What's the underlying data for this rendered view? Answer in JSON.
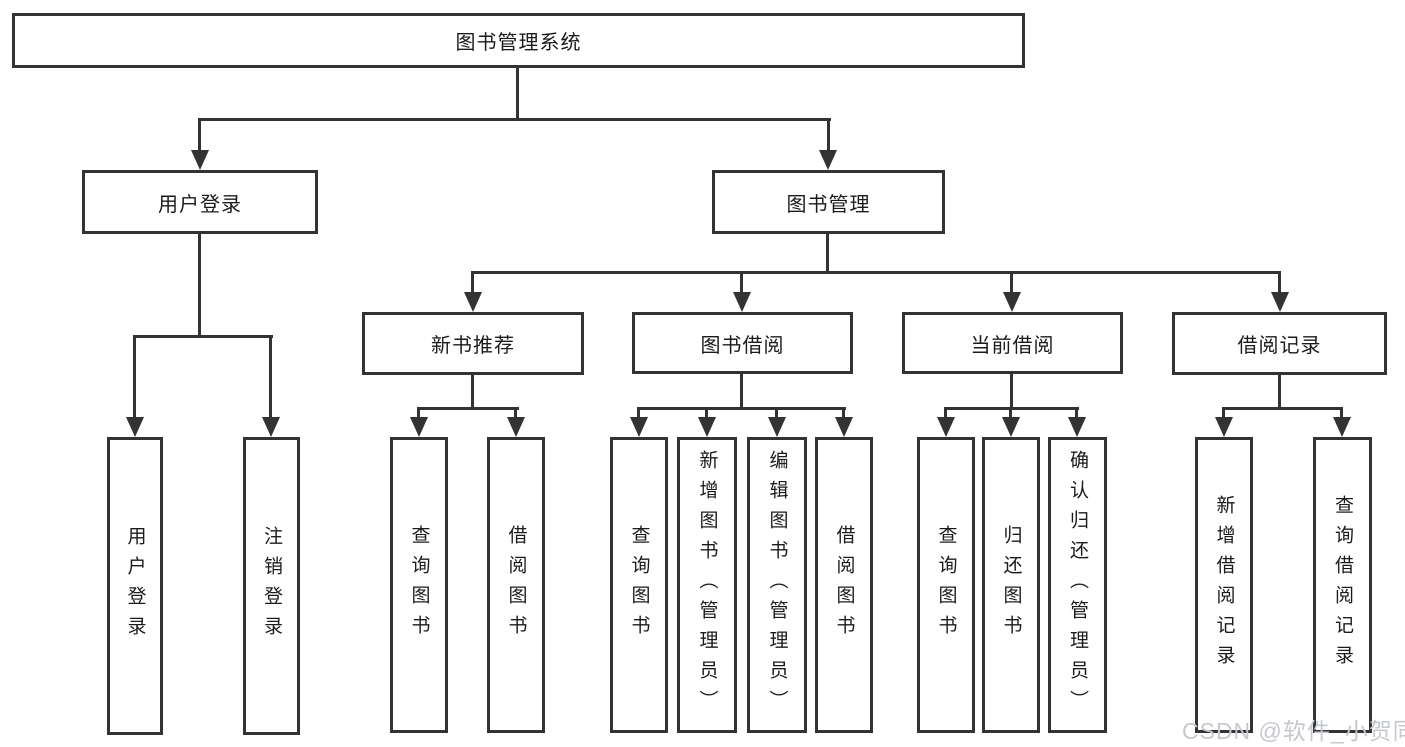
{
  "title": "图书管理系统",
  "branches": [
    {
      "label": "用户登录",
      "leaves": [
        "用户登录",
        "注销登录"
      ]
    },
    {
      "label": "图书管理",
      "groups": [
        {
          "label": "新书推荐",
          "leaves": [
            "查询图书",
            "借阅图书"
          ]
        },
        {
          "label": "图书借阅",
          "leaves": [
            "查询图书",
            "新增图书（管理员）",
            "编辑图书（管理员）",
            "借阅图书"
          ]
        },
        {
          "label": "当前借阅",
          "leaves": [
            "查询图书",
            "归还图书",
            "确认归还（管理员）"
          ]
        },
        {
          "label": "借阅记录",
          "leaves": [
            "新增借阅记录",
            "查询借阅记录"
          ]
        }
      ]
    }
  ],
  "watermark": "CSDN @软件_小贺同学",
  "colors": {
    "line": "#333333",
    "text": "#1b1b1b",
    "watermark": "#c5c9cf",
    "background": "#ffffff"
  }
}
